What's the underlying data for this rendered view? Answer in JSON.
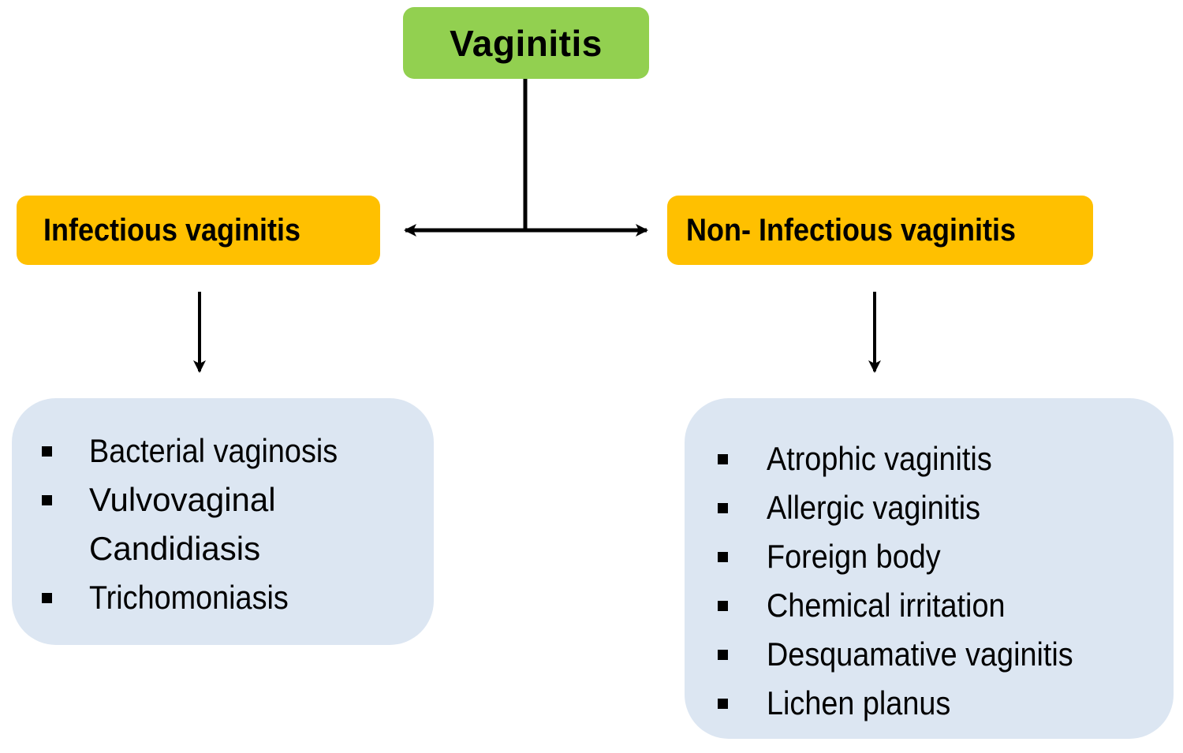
{
  "diagram": {
    "title": "Vaginitis",
    "colors": {
      "root_fill": "#92d050",
      "category_fill": "#ffc000",
      "list_fill": "#dce6f2",
      "line": "#000000"
    },
    "categories": [
      {
        "label": "Infectious vaginitis",
        "items": [
          "Bacterial vaginosis",
          "Vulvovaginal Candidiasis",
          "Trichomoniasis"
        ]
      },
      {
        "label": "Non- Infectious vaginitis",
        "items": [
          "Atrophic vaginitis",
          "Allergic vaginitis",
          "Foreign body",
          "Chemical irritation",
          "Desquamative vaginitis",
          "Lichen planus"
        ]
      }
    ],
    "edges": [
      {
        "from": "Vaginitis",
        "to": "Infectious vaginitis",
        "type": "arrow"
      },
      {
        "from": "Vaginitis",
        "to": "Non- Infectious vaginitis",
        "type": "arrow"
      },
      {
        "from": "Infectious vaginitis",
        "to": "infectious-list",
        "type": "arrow"
      },
      {
        "from": "Non- Infectious vaginitis",
        "to": "non-infectious-list",
        "type": "arrow"
      }
    ],
    "bullet_icon": "square-bullet-icon"
  }
}
